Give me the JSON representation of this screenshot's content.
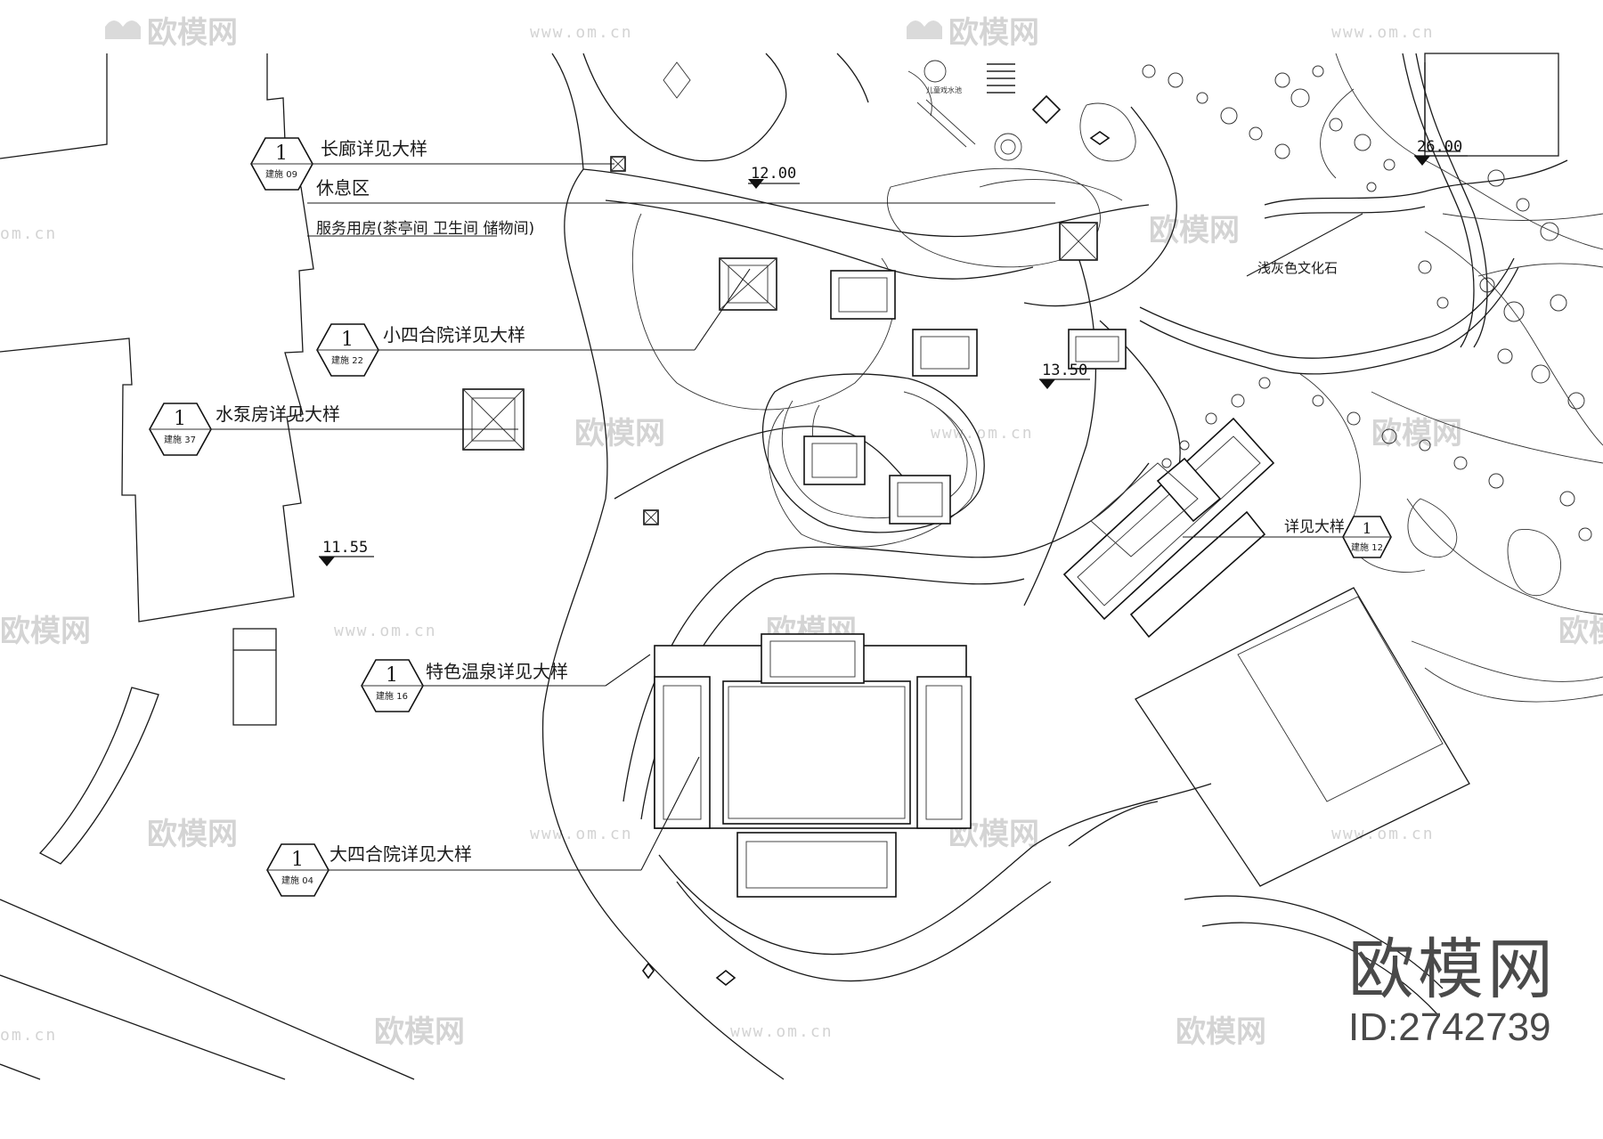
{
  "callouts": [
    {
      "num": "1",
      "sheet": "建施 09",
      "text": "长廊详见大样"
    },
    {
      "num": "1",
      "sheet": "建施 22",
      "text": "小四合院详见大样"
    },
    {
      "num": "1",
      "sheet": "建施 37",
      "text": "水泵房详见大样"
    },
    {
      "num": "1",
      "sheet": "建施 16",
      "text": "特色温泉详见大样"
    },
    {
      "num": "1",
      "sheet": "建施 04",
      "text": "大四合院详见大样"
    },
    {
      "num": "1",
      "sheet": "建施 12",
      "text": "详见大样"
    }
  ],
  "labels": {
    "rest_area": "休息区",
    "service_room": "服务用房(茶亭间 卫生间 储物间)",
    "culture_stone": "浅灰色文化石",
    "kids_pool": "儿童戏水池"
  },
  "elevations": [
    "12.00",
    "13.50",
    "11.55",
    "26.00"
  ],
  "watermark": {
    "logo": "欧模网",
    "url": "www.om.cn",
    "url_short": "om.cn",
    "logo_partial": "欧模网"
  },
  "brand": {
    "name": "欧模网",
    "id": "ID:2742739"
  }
}
